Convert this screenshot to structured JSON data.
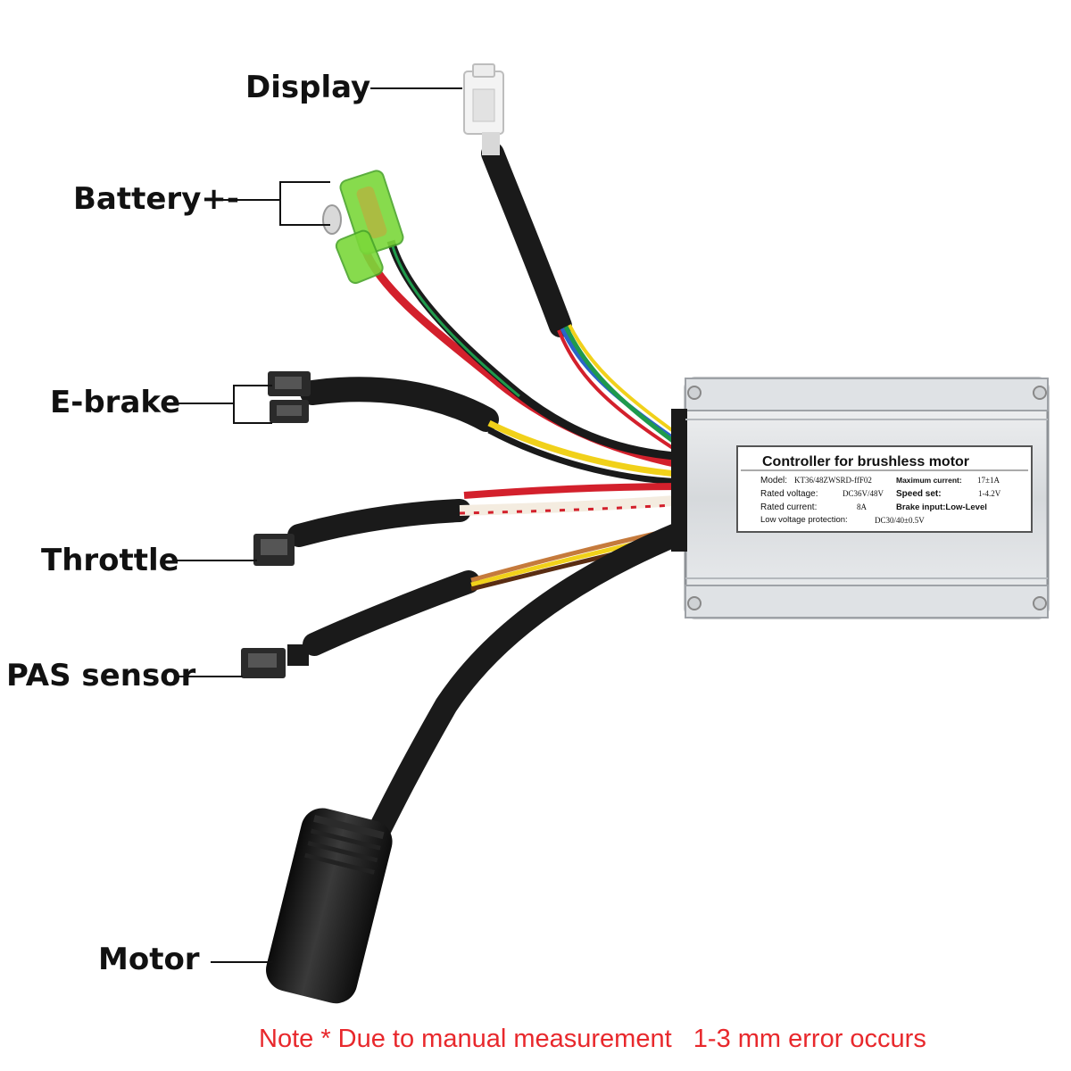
{
  "labels": {
    "display": "Display",
    "battery": "Battery+-",
    "ebrake": "E-brake",
    "throttle": "Throttle",
    "pas": "PAS sensor",
    "motor": "Motor"
  },
  "plate": {
    "title": "Controller for brushless motor",
    "model_label": "Model:",
    "model_value": "KT36/48ZWSRD-ffF02",
    "max_current_label": "Maximum current:",
    "max_current_value": "17±1A",
    "rated_voltage_label": "Rated voltage:",
    "rated_voltage_value": "DC36V/48V",
    "speed_set_label": "Speed set:",
    "speed_set_value": "1-4.2V",
    "rated_current_label": "Rated current:",
    "rated_current_value": "8A",
    "brake_input": "Brake input:Low-Level",
    "low_voltage_label": "Low voltage protection:",
    "low_voltage_value": "DC30/40±0.5V"
  },
  "note": "Note * Due to manual measurement   1-3 mm error occurs",
  "colors": {
    "note": "#e8282c",
    "wire_red": "#d3202c",
    "wire_black": "#1a1a1a",
    "wire_yellow": "#f1d11a",
    "wire_green": "#1f9a4c",
    "wire_blue": "#2a64c8",
    "connector_green": "#7bd83a"
  }
}
